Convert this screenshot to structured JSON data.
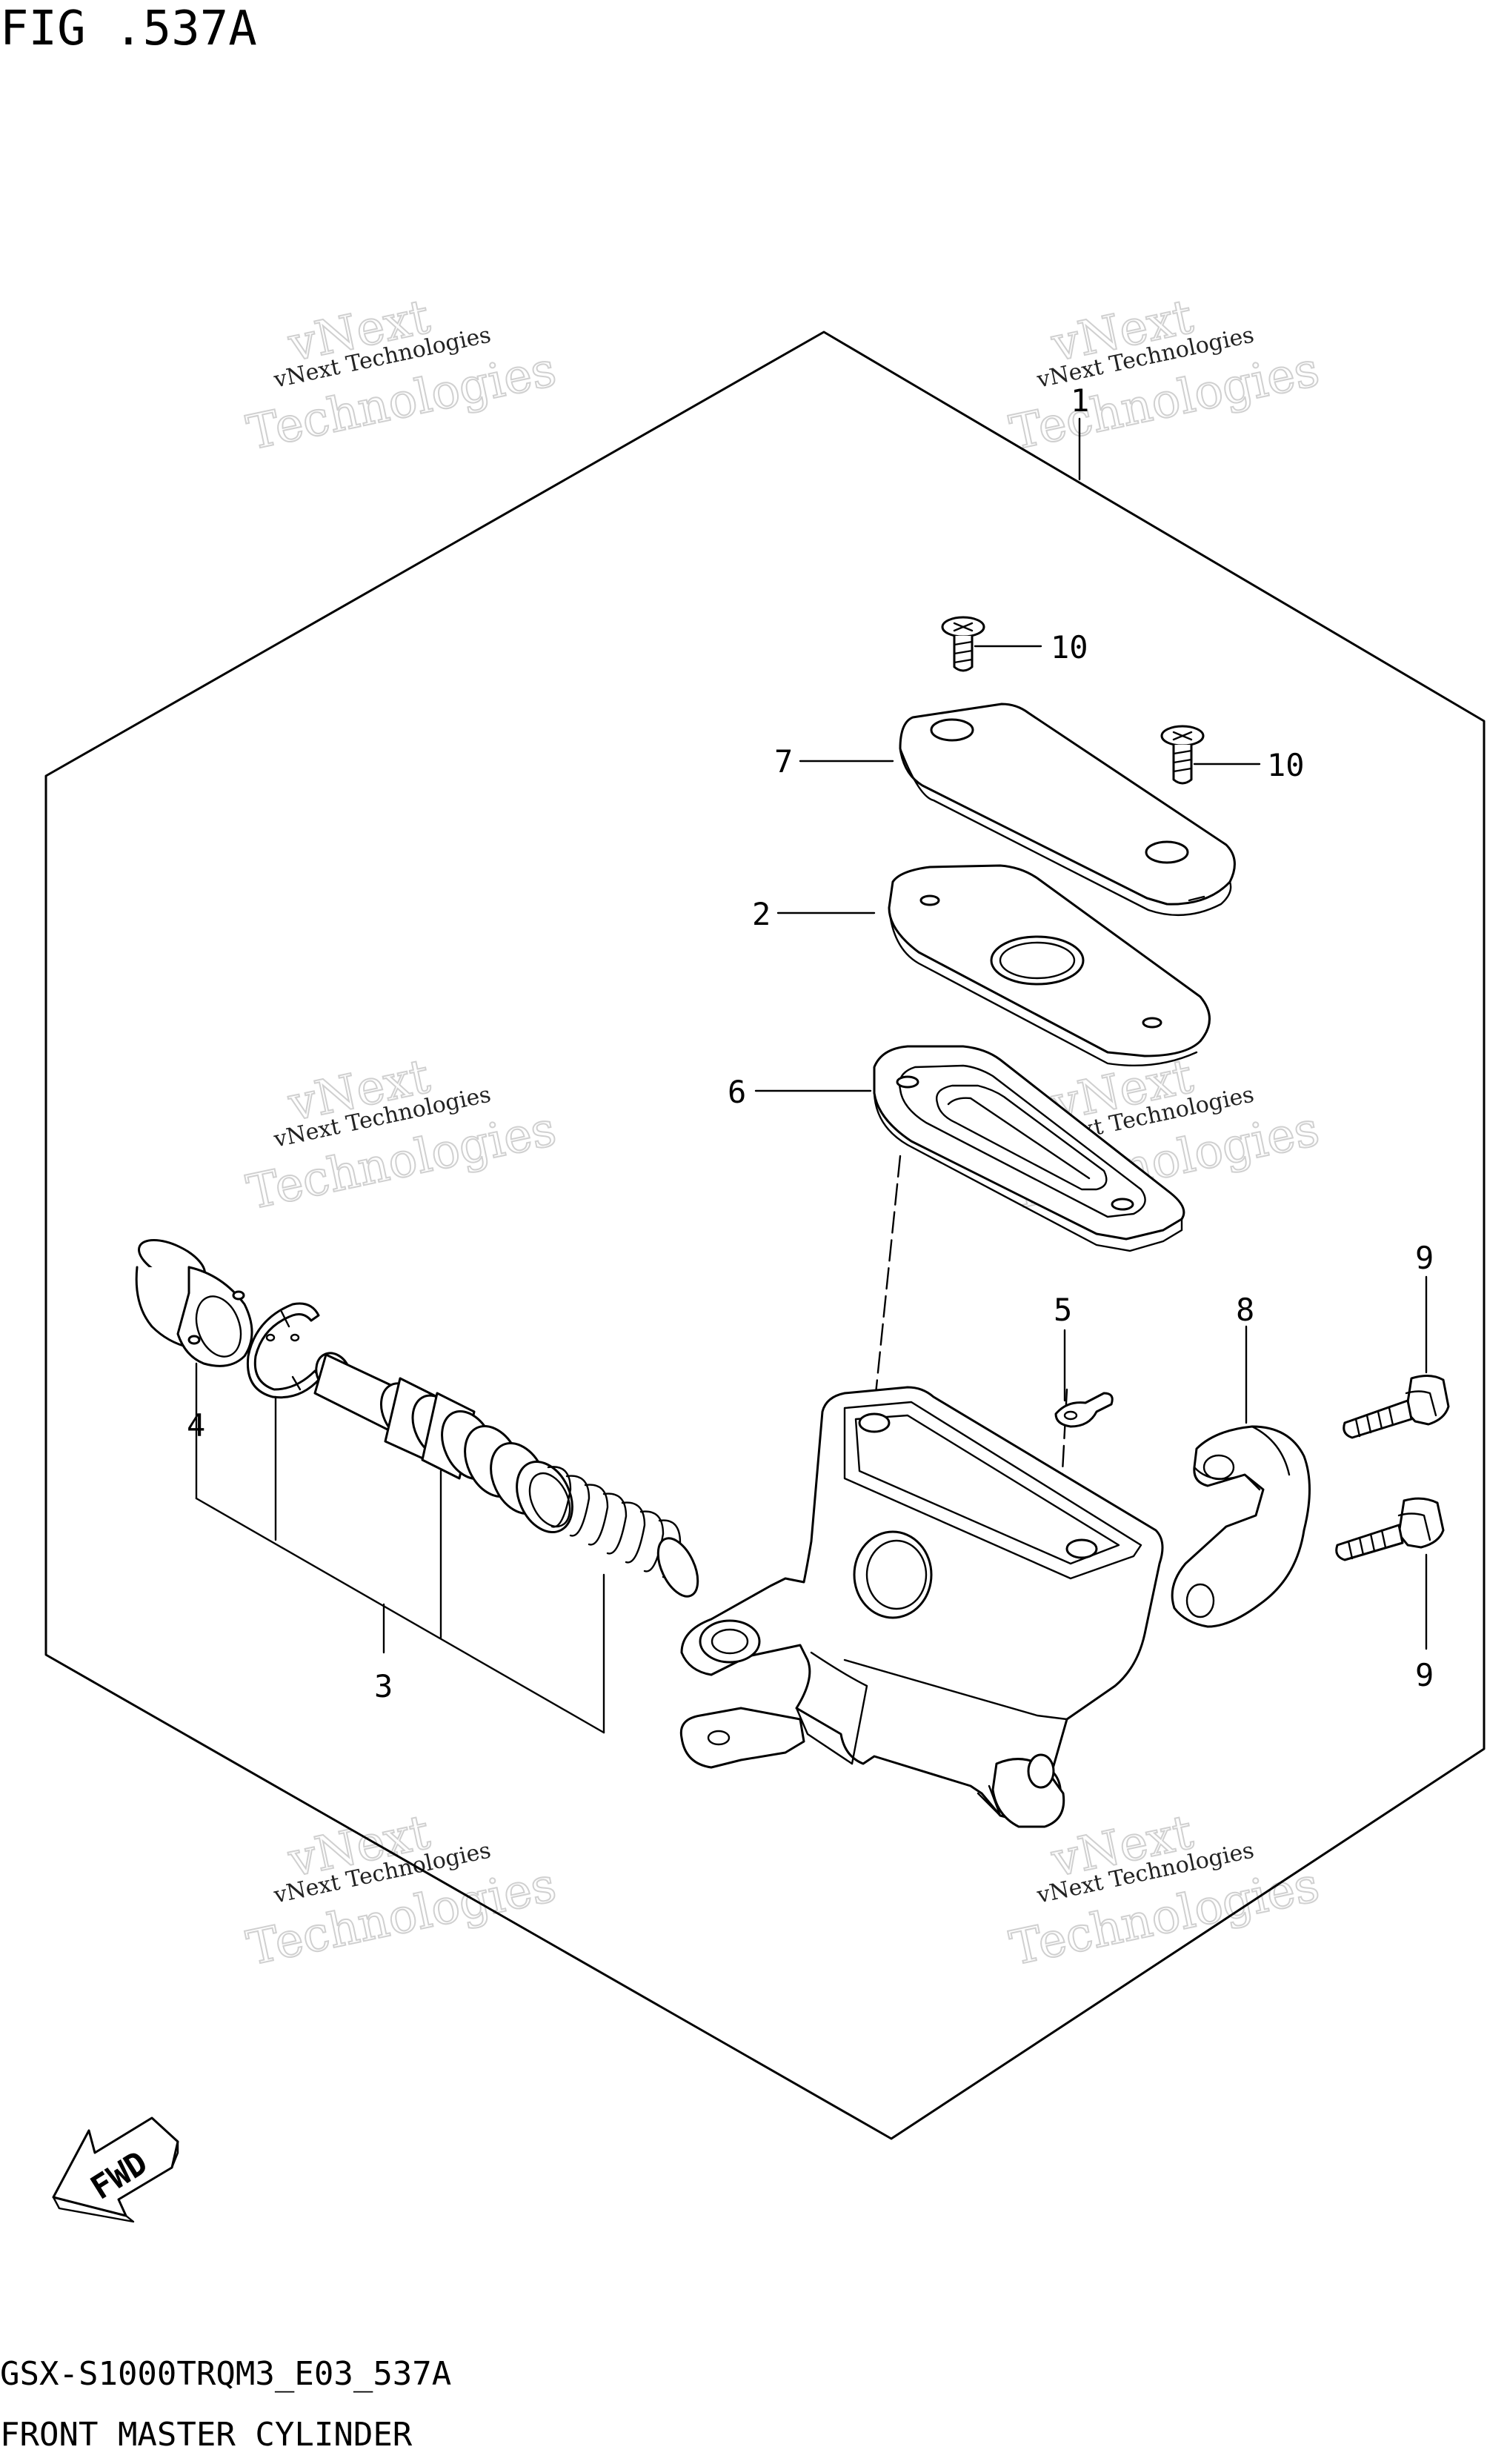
{
  "figure": {
    "title": "FIG .537A",
    "code": "GSX-S1000TRQM3_E03_537A",
    "caption": "FRONT MASTER CYLINDER"
  },
  "watermark": {
    "line1": "vNext Technologies",
    "line2": "vNext",
    "line3": "Technologies"
  },
  "fwd_label": "FWD",
  "callouts": {
    "c1": "1",
    "c2": "2",
    "c3": "3",
    "c4": "4",
    "c5": "5",
    "c6": "6",
    "c7": "7",
    "c8": "8",
    "c9a": "9",
    "c9b": "9",
    "c10a": "10",
    "c10b": "10"
  }
}
